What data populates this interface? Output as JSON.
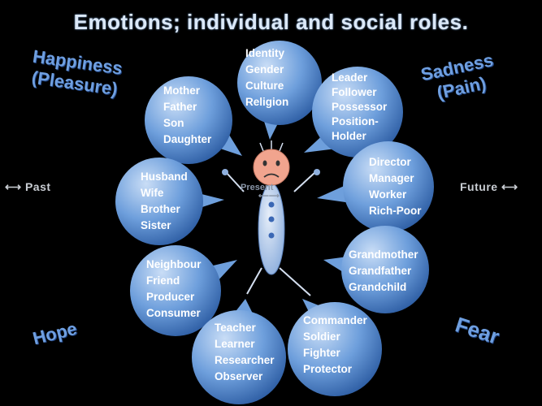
{
  "title": "Emotions; individual and social roles.",
  "emotions": {
    "top_left": [
      "Happiness",
      "(Pleasure)"
    ],
    "top_right": [
      "Sadness",
      "(Pain)"
    ],
    "bottom_left": "Hope",
    "bottom_right": "Fear"
  },
  "timeline": {
    "past": "Past",
    "present": "Present",
    "future": "Future"
  },
  "bubbles": [
    {
      "name": "identity",
      "lines": [
        "Identity",
        "Gender",
        "Culture",
        "Religion"
      ]
    },
    {
      "name": "family-parents",
      "lines": [
        "Mother",
        "Father",
        "Son",
        "Daughter"
      ]
    },
    {
      "name": "leadership",
      "lines": [
        "Leader",
        "Follower",
        "Possessor",
        "Position-",
        "Holder"
      ]
    },
    {
      "name": "spouse-siblings",
      "lines": [
        "Husband",
        "Wife",
        "Brother",
        "Sister"
      ]
    },
    {
      "name": "work",
      "lines": [
        "Director",
        "Manager",
        "Worker",
        "Rich-Poor"
      ]
    },
    {
      "name": "grandparents",
      "lines": [
        "Grandmother",
        "Grandfather",
        "Grandchild"
      ]
    },
    {
      "name": "community",
      "lines": [
        "Neighbour",
        "Friend",
        "Producer",
        "Consumer"
      ]
    },
    {
      "name": "education",
      "lines": [
        "Teacher",
        "Learner",
        "Researcher",
        "Observer"
      ]
    },
    {
      "name": "military",
      "lines": [
        "Commander",
        "Soldier",
        "Fighter",
        "Protector"
      ]
    }
  ],
  "colors": {
    "bubble_light": "#c9ddf6",
    "bubble_mid": "#6e9fdc",
    "bubble_dark": "#2f5fa5",
    "figure": "#b8cdea",
    "face": "#f1a48e"
  }
}
